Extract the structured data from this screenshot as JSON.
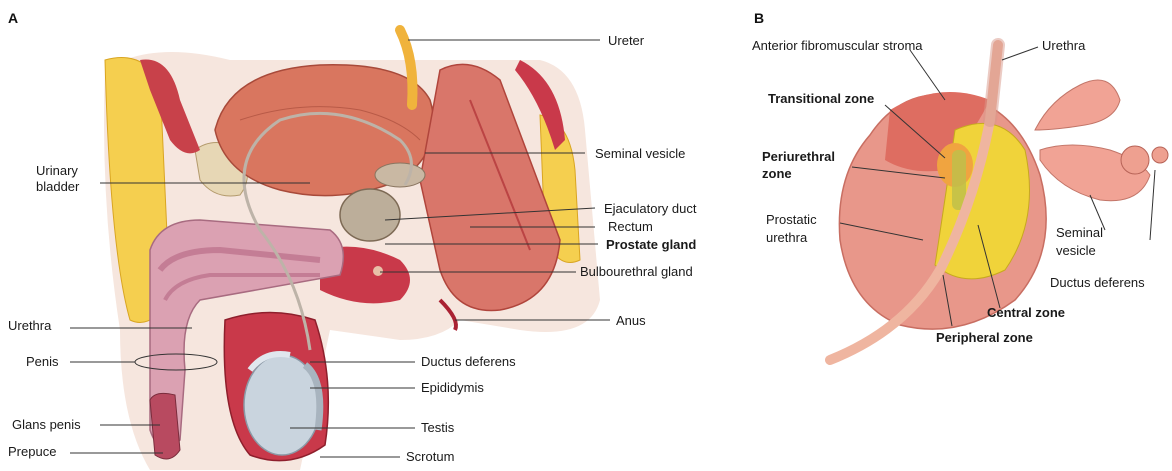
{
  "panels": [
    {
      "letter": "A",
      "labels": {
        "ureter": "Ureter",
        "urinary_bladder_1": "Urinary",
        "urinary_bladder_2": "bladder",
        "seminal_vesicle": "Seminal vesicle",
        "ejaculatory_duct": "Ejaculatory duct",
        "rectum": "Rectum",
        "prostate_gland": "Prostate gland",
        "bulbourethral_gland": "Bulbourethral gland",
        "urethra": "Urethra",
        "anus": "Anus",
        "penis": "Penis",
        "ductus_deferens": "Ductus deferens",
        "epididymis": "Epididymis",
        "glans_penis": "Glans penis",
        "testis": "Testis",
        "prepuce": "Prepuce",
        "scrotum": "Scrotum"
      }
    },
    {
      "letter": "B",
      "labels": {
        "anterior_fibromuscular_stroma": "Anterior fibromuscular stroma",
        "urethra": "Urethra",
        "transitional_zone": "Transitional zone",
        "periurethral_zone_1": "Periurethral",
        "periurethral_zone_2": "zone",
        "prostatic_urethra_1": "Prostatic",
        "prostatic_urethra_2": "urethra",
        "seminal_vesicle_1": "Seminal",
        "seminal_vesicle_2": "vesicle",
        "ductus_deferens": "Ductus deferens",
        "central_zone": "Central zone",
        "peripheral_zone": "Peripheral zone"
      }
    }
  ]
}
